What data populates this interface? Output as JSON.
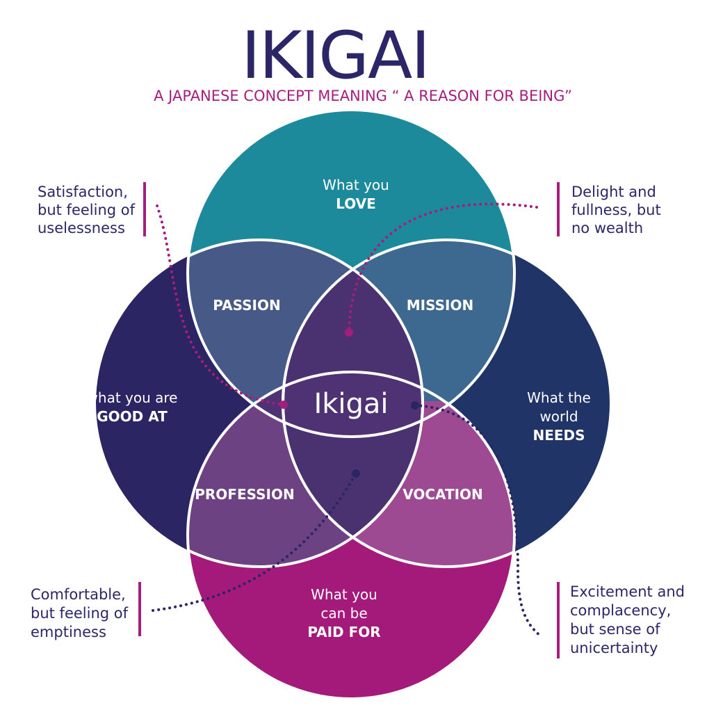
{
  "title": "IKIGAI",
  "subtitle": "A JAPANESE CONCEPT MEANING “ A REASON FOR BEING”",
  "circles": {
    "love": {
      "line1": "What you",
      "line2": "LOVE",
      "color": "#1d8a9b"
    },
    "good_at": {
      "line1": "what you are",
      "line2": "GOOD AT",
      "color": "#2b2564"
    },
    "world_needs": {
      "line1": "What the",
      "line2": "world",
      "line3": "NEEDS",
      "color": "#213468"
    },
    "paid_for": {
      "line1": "What you",
      "line2": "can be",
      "line3": "PAID FOR",
      "color": "#a41a7b"
    }
  },
  "overlaps": {
    "passion": "PASSION",
    "mission": "MISSION",
    "profession": "PROFESSION",
    "vocation": "VOCATION"
  },
  "center": "Ikigai",
  "notes": {
    "top_left": [
      "Satisfaction,",
      "but feeling of",
      "uselessness"
    ],
    "top_right": [
      "Delight and",
      "fullness, but",
      "no wealth"
    ],
    "bottom_left": [
      "Comfortable,",
      "but feeling of",
      "emptiness"
    ],
    "bottom_right": [
      "Excitement and",
      "complacency,",
      "but sense of",
      "unicertainty"
    ]
  },
  "colors": {
    "title": "#2b2668",
    "accent": "#a61e7d",
    "passion": "#475a87",
    "mission": "#3d688f",
    "profession": "#6c4283",
    "vocation": "#9d4a93",
    "core": "#4e3273",
    "outline": "#ffffff"
  }
}
